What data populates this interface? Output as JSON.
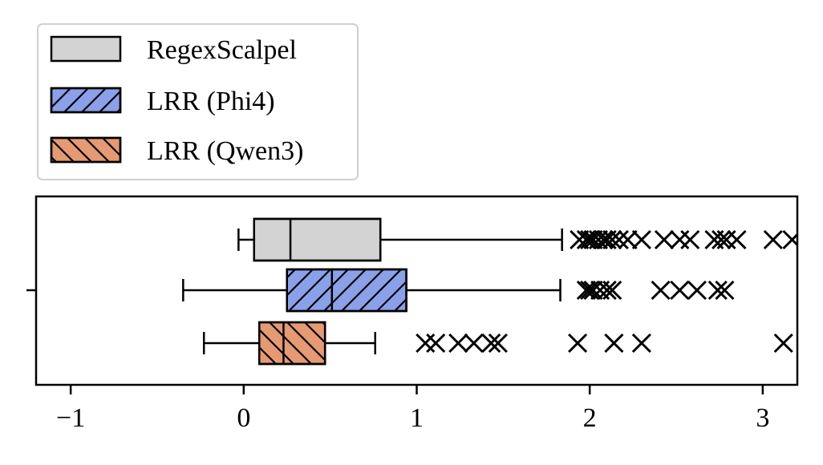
{
  "chart_data": {
    "type": "boxplot",
    "orientation": "horizontal",
    "xlim": [
      -1.2,
      3.2
    ],
    "x_ticks": [
      -1,
      0,
      1,
      2,
      3
    ],
    "x_tick_labels": [
      "−1",
      "0",
      "1",
      "2",
      "3"
    ],
    "y_ticks": [
      ""
    ],
    "grid": false,
    "legend_placement": "upper-left, above axes",
    "series": [
      {
        "name": "RegexScalpel",
        "color": "#d3d3d3",
        "hatch": "none",
        "whisker_low": -0.03,
        "q1": 0.06,
        "median": 0.27,
        "q3": 0.79,
        "whisker_high": 1.84,
        "outliers": [
          1.94,
          1.98,
          2.0,
          2.02,
          2.05,
          2.08,
          2.1,
          2.13,
          2.17,
          2.22,
          2.3,
          2.43,
          2.52,
          2.58,
          2.72,
          2.76,
          2.79,
          2.85,
          3.06,
          3.17
        ]
      },
      {
        "name": "LRR (Phi4)",
        "color": "#8aa0e8",
        "hatch": "forward-diagonal",
        "whisker_low": -0.35,
        "q1": 0.25,
        "median": 0.51,
        "q3": 0.94,
        "whisker_high": 1.83,
        "outliers": [
          1.98,
          2.0,
          2.02,
          2.06,
          2.1,
          2.13,
          2.41,
          2.52,
          2.62,
          2.74,
          2.78
        ]
      },
      {
        "name": "LRR (Qwen3)",
        "color": "#e59a72",
        "hatch": "back-diagonal",
        "whisker_low": -0.23,
        "q1": 0.09,
        "median": 0.23,
        "q3": 0.47,
        "whisker_high": 0.76,
        "outliers": [
          1.05,
          1.11,
          1.24,
          1.33,
          1.43,
          1.47,
          1.93,
          2.14,
          2.3,
          3.12
        ]
      }
    ]
  }
}
